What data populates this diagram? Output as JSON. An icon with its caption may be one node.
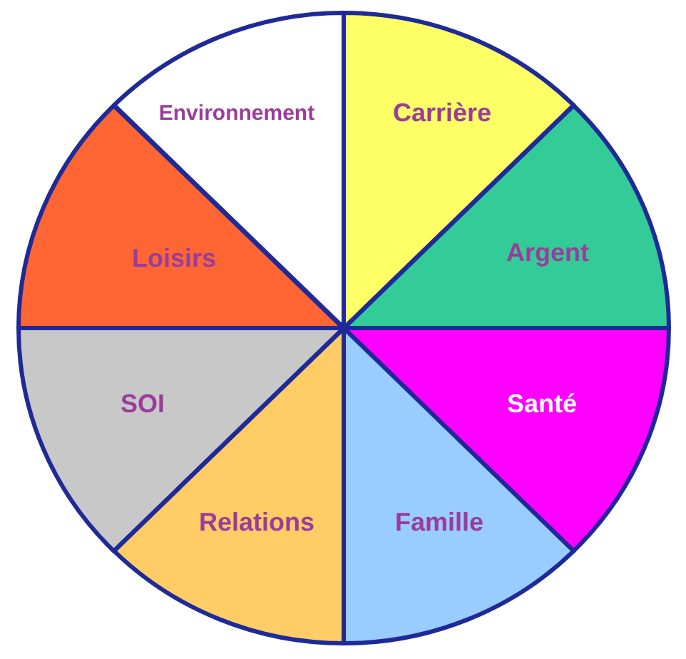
{
  "diagram": {
    "nodes": [
      {
        "text": [
          "Environnement"
        ]
      },
      {
        "text": [
          "Carrière"
        ]
      },
      {
        "text": [
          "Loisirs"
        ]
      },
      {
        "text": [
          "Argent"
        ]
      },
      {
        "text": [
          "SOI"
        ]
      },
      {
        "text": [
          "Santé"
        ]
      },
      {
        "text": [
          "Relations"
        ]
      },
      {
        "text": [
          "Famille"
        ]
      }
    ]
  }
}
